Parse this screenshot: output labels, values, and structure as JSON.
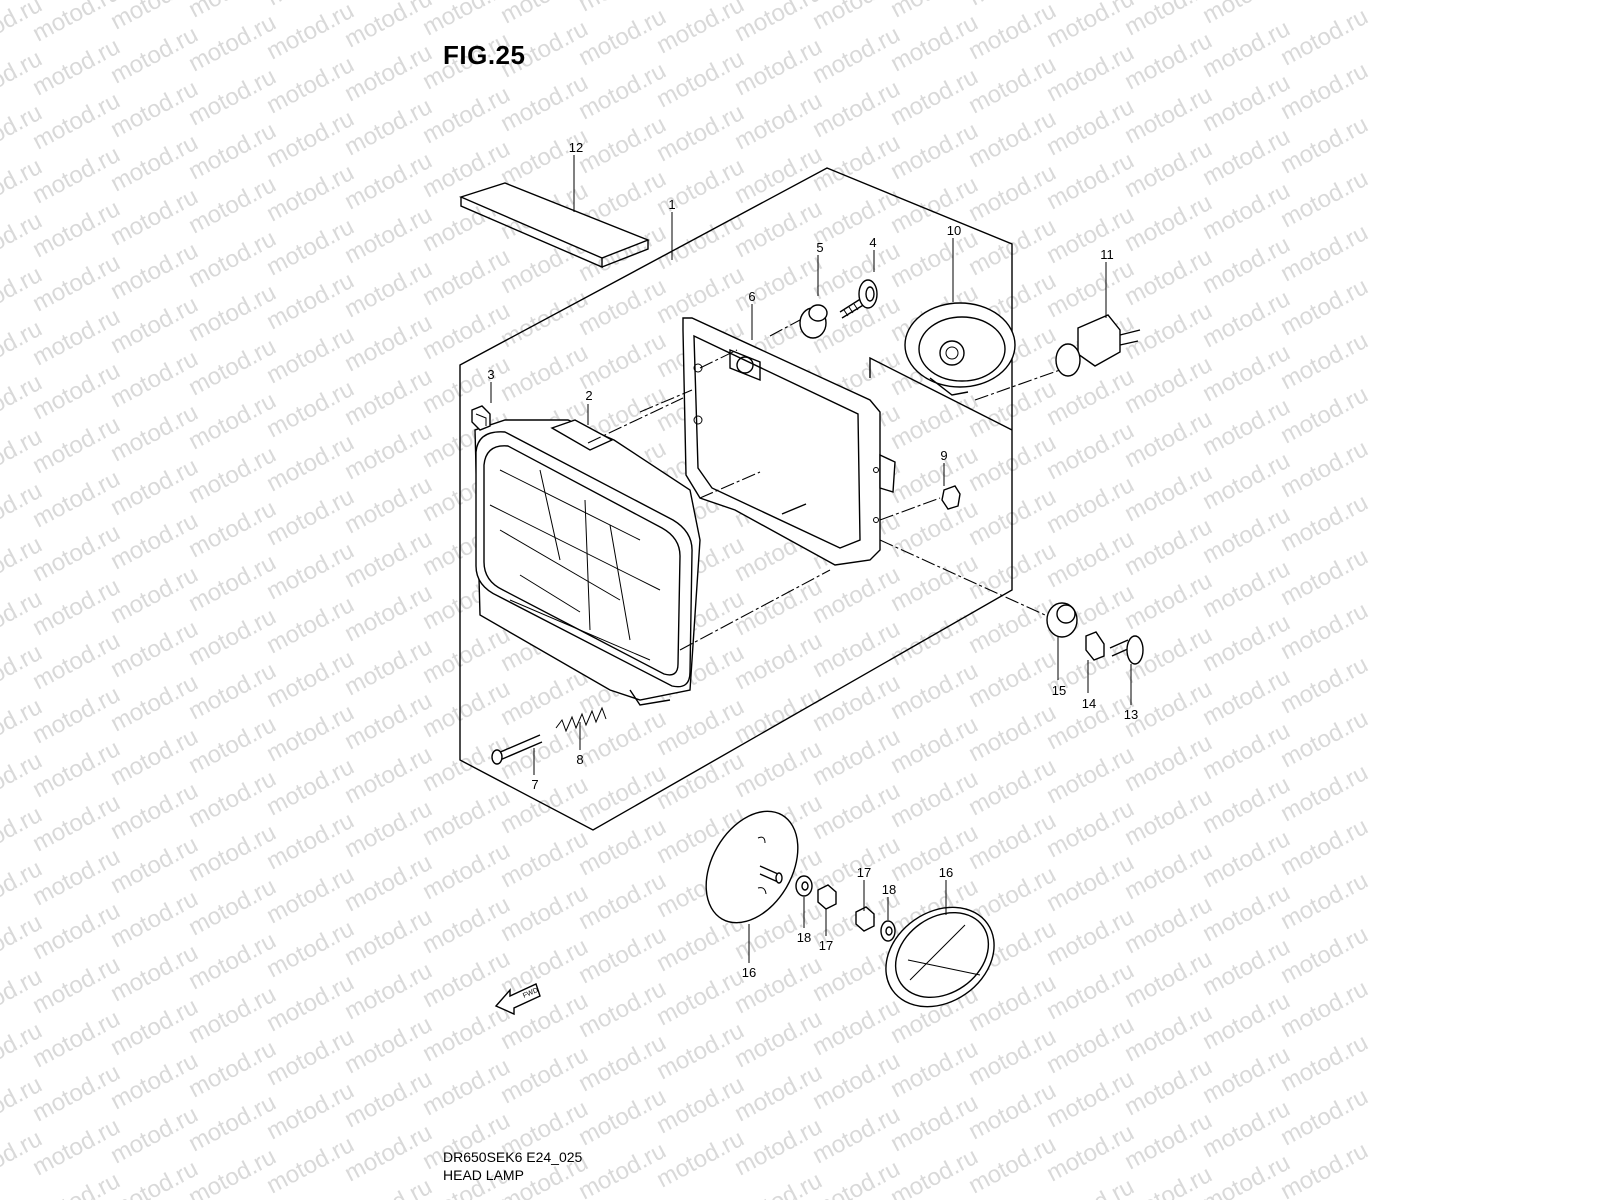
{
  "figure": {
    "title": "FIG.25"
  },
  "watermark": {
    "text": "motod.ru"
  },
  "callouts": [
    {
      "id": "c12",
      "text": "12"
    },
    {
      "id": "c1",
      "text": "1"
    },
    {
      "id": "c4",
      "text": "4"
    },
    {
      "id": "c5",
      "text": "5"
    },
    {
      "id": "c10",
      "text": "10"
    },
    {
      "id": "c6",
      "text": "6"
    },
    {
      "id": "c11",
      "text": "11"
    },
    {
      "id": "c3",
      "text": "3"
    },
    {
      "id": "c2",
      "text": "2"
    },
    {
      "id": "c9",
      "text": "9"
    },
    {
      "id": "c15",
      "text": "15"
    },
    {
      "id": "c14",
      "text": "14"
    },
    {
      "id": "c13",
      "text": "13"
    },
    {
      "id": "c8",
      "text": "8"
    },
    {
      "id": "c7",
      "text": "7"
    },
    {
      "id": "c16a",
      "text": "16"
    },
    {
      "id": "c17a",
      "text": "17"
    },
    {
      "id": "c18a",
      "text": "18"
    },
    {
      "id": "c18b",
      "text": "18"
    },
    {
      "id": "c17b",
      "text": "17"
    },
    {
      "id": "c16b",
      "text": "16"
    }
  ],
  "fwd_label": "FWD",
  "footer": {
    "code": "DR650SEK6 E24_025",
    "name": "HEAD LAMP"
  },
  "colors": {
    "ink": "#000000",
    "watermark": "#d9d9d9",
    "background": "#ffffff"
  }
}
